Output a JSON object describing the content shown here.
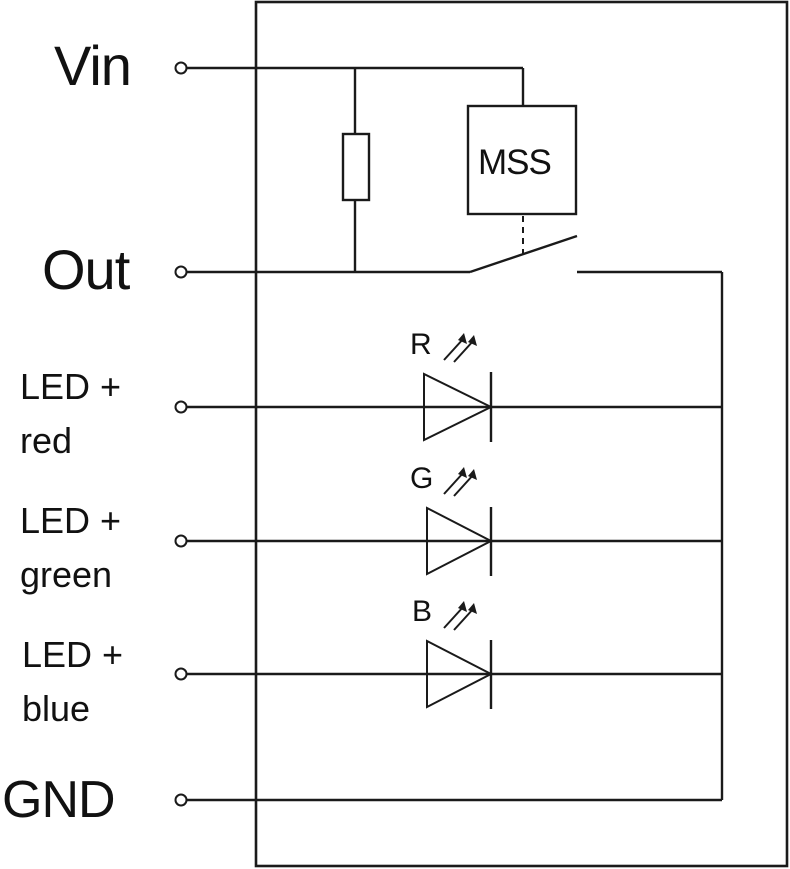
{
  "terminals": {
    "vin": "Vin",
    "out": "Out",
    "led_red": {
      "line1": "LED +",
      "line2": "red"
    },
    "led_green": {
      "line1": "LED +",
      "line2": "green"
    },
    "led_blue": {
      "line1": "LED +",
      "line2": "blue"
    },
    "gnd": "GND"
  },
  "mss_box": "MSS",
  "leds": {
    "red": "R",
    "green": "G",
    "blue": "B"
  },
  "components": [
    "resistor",
    "mss-module",
    "switch",
    "led-red",
    "led-green",
    "led-blue"
  ]
}
